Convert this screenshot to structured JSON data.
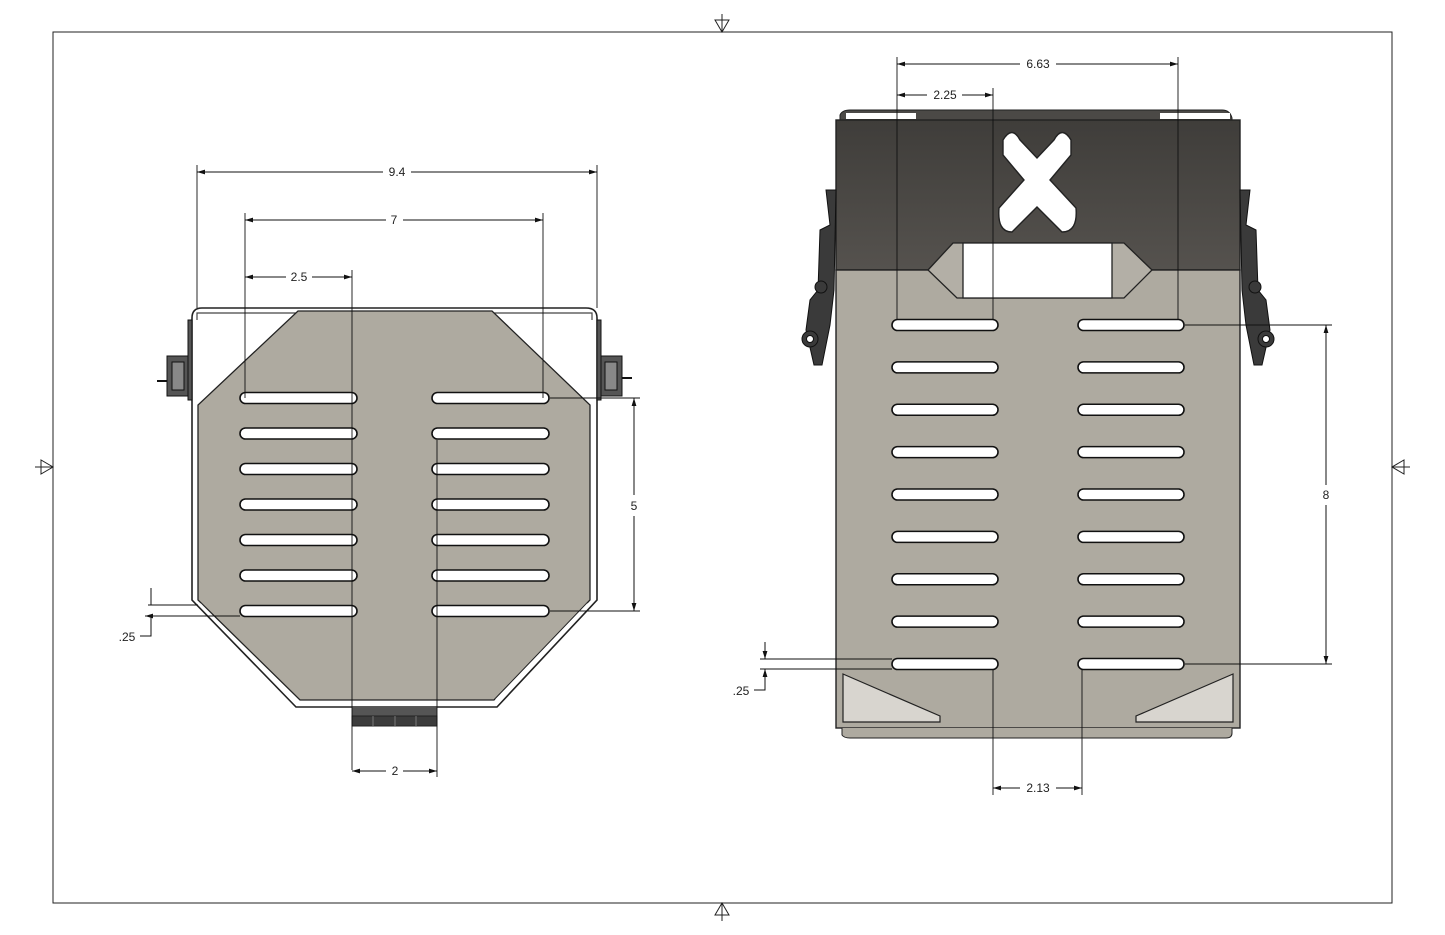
{
  "colors": {
    "plate": "#aeaaa0",
    "dark_panel": "#4b4946",
    "line": "#111111",
    "background": "#ffffff"
  },
  "left_view": {
    "dimensions": {
      "overall_width": "9.4",
      "slot_span": "7",
      "slot_length": "2.5",
      "slot_pitch_height": "5",
      "slot_width": ".25",
      "tab_width": "2"
    },
    "slot_rows": 7
  },
  "right_view": {
    "dimensions": {
      "slot_span": "6.63",
      "slot_length": "2.25",
      "slot_pitch_height": "8",
      "slot_width": ".25",
      "slot_gap": "2.13"
    },
    "slot_rows": 9
  }
}
